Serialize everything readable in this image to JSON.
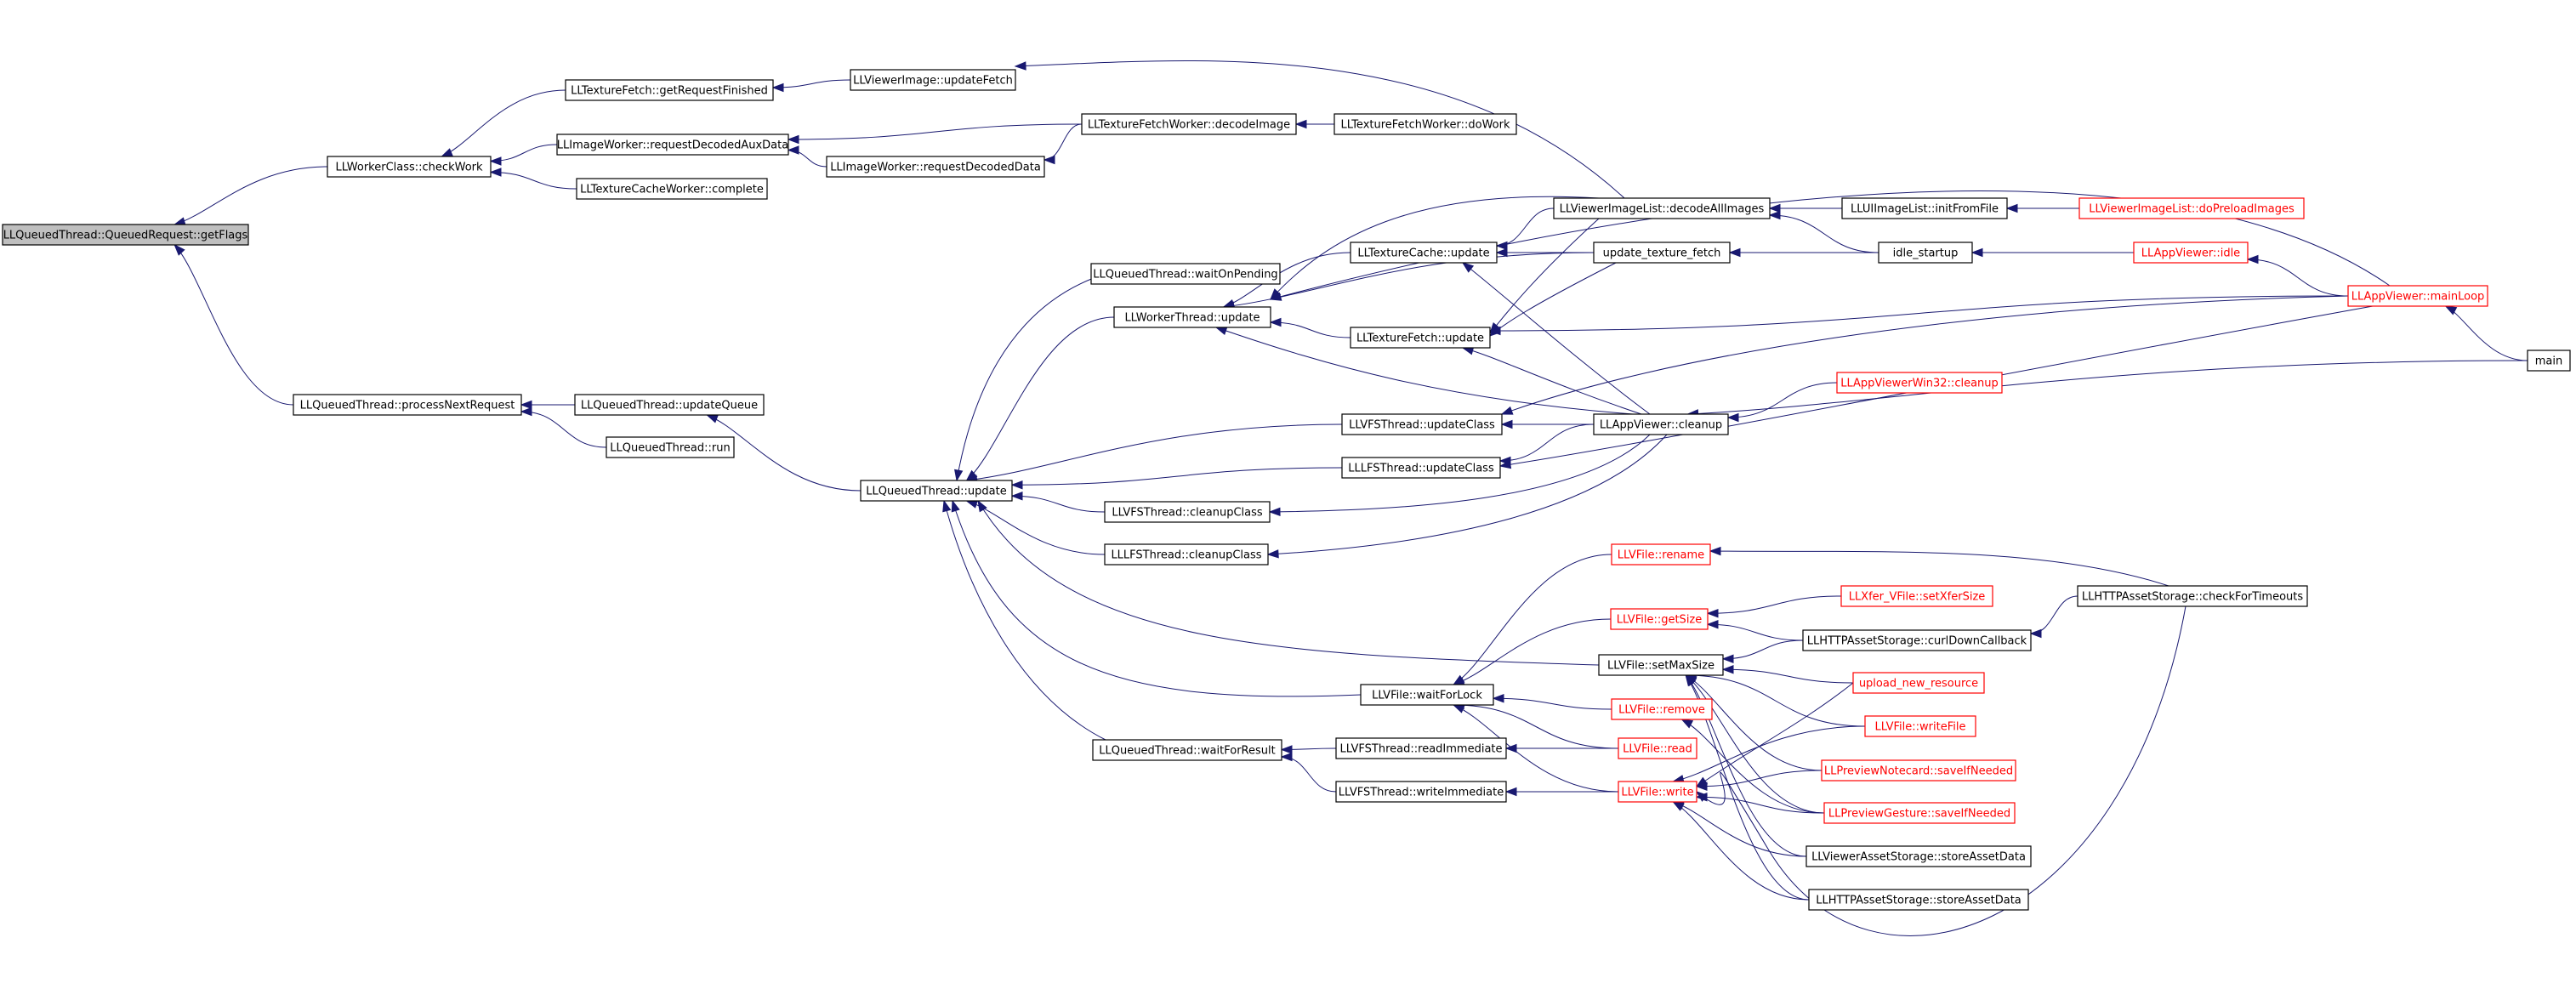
{
  "colors": {
    "edge": "#191970",
    "highlight_fill": "#bfbfbf",
    "external_border": "#ff0000",
    "text": "#000000",
    "external_text": "#ff0000"
  },
  "nodes": [
    {
      "id": "getFlags",
      "label": "LLQueuedThread::QueuedRequest::getFlags",
      "style": "root"
    },
    {
      "id": "checkWork",
      "label": "LLWorkerClass::checkWork",
      "style": "normal"
    },
    {
      "id": "processNextRequest",
      "label": "LLQueuedThread::processNextRequest",
      "style": "normal"
    },
    {
      "id": "getRequestFinished",
      "label": "LLTextureFetch::getRequestFinished",
      "style": "normal"
    },
    {
      "id": "requestDecodedAuxData",
      "label": "LLImageWorker::requestDecodedAuxData",
      "style": "normal"
    },
    {
      "id": "tcwComplete",
      "label": "LLTextureCacheWorker::complete",
      "style": "normal"
    },
    {
      "id": "updateQueue",
      "label": "LLQueuedThread::updateQueue",
      "style": "normal"
    },
    {
      "id": "qtRun",
      "label": "LLQueuedThread::run",
      "style": "normal"
    },
    {
      "id": "updateFetch",
      "label": "LLViewerImage::updateFetch",
      "style": "normal"
    },
    {
      "id": "requestDecodedData",
      "label": "LLImageWorker::requestDecodedData",
      "style": "normal"
    },
    {
      "id": "qtUpdate",
      "label": "LLQueuedThread::update",
      "style": "normal"
    },
    {
      "id": "decodeImage",
      "label": "LLTextureFetchWorker::decodeImage",
      "style": "normal"
    },
    {
      "id": "doWork",
      "label": "LLTextureFetchWorker::doWork",
      "style": "normal"
    },
    {
      "id": "waitOnPending",
      "label": "LLQueuedThread::waitOnPending",
      "style": "normal"
    },
    {
      "id": "wtUpdate",
      "label": "LLWorkerThread::update",
      "style": "normal"
    },
    {
      "id": "waitForResult",
      "label": "LLQueuedThread::waitForResult",
      "style": "normal"
    },
    {
      "id": "texCacheUpdate",
      "label": "LLTextureCache::update",
      "style": "normal"
    },
    {
      "id": "texFetchUpdate",
      "label": "LLTextureFetch::update",
      "style": "normal"
    },
    {
      "id": "vfsUpdateClass",
      "label": "LLVFSThread::updateClass",
      "style": "normal"
    },
    {
      "id": "lfsUpdateClass",
      "label": "LLLFSThread::updateClass",
      "style": "normal"
    },
    {
      "id": "vfsCleanupClass",
      "label": "LLVFSThread::cleanupClass",
      "style": "normal"
    },
    {
      "id": "lfsCleanupClass",
      "label": "LLLFSThread::cleanupClass",
      "style": "normal"
    },
    {
      "id": "waitForLock",
      "label": "LLVFile::waitForLock",
      "style": "normal"
    },
    {
      "id": "readImmediate",
      "label": "LLVFSThread::readImmediate",
      "style": "normal"
    },
    {
      "id": "writeImmediate",
      "label": "LLVFSThread::writeImmediate",
      "style": "normal"
    },
    {
      "id": "decodeAllImages",
      "label": "LLViewerImageList::decodeAllImages",
      "style": "normal"
    },
    {
      "id": "updateTextureFetch",
      "label": "update_texture_fetch",
      "style": "normal"
    },
    {
      "id": "appCleanup",
      "label": "LLAppViewer::cleanup",
      "style": "normal"
    },
    {
      "id": "setMaxSize",
      "label": "LLVFile::setMaxSize",
      "style": "normal"
    },
    {
      "id": "rename",
      "label": "LLVFile::rename",
      "style": "external"
    },
    {
      "id": "getSize",
      "label": "LLVFile::getSize",
      "style": "external"
    },
    {
      "id": "remove",
      "label": "LLVFile::remove",
      "style": "external"
    },
    {
      "id": "read",
      "label": "LLVFile::read",
      "style": "external"
    },
    {
      "id": "write",
      "label": "LLVFile::write",
      "style": "external"
    },
    {
      "id": "win32Cleanup",
      "label": "LLAppViewerWin32::cleanup",
      "style": "external"
    },
    {
      "id": "initFromFile",
      "label": "LLUIImageList::initFromFile",
      "style": "normal"
    },
    {
      "id": "idleStartup",
      "label": "idle_startup",
      "style": "normal"
    },
    {
      "id": "setXferSize",
      "label": "LLXfer_VFile::setXferSize",
      "style": "external"
    },
    {
      "id": "curlDownCallback",
      "label": "LLHTTPAssetStorage::curlDownCallback",
      "style": "normal"
    },
    {
      "id": "uploadNewResource",
      "label": "upload_new_resource",
      "style": "external"
    },
    {
      "id": "writeFile",
      "label": "LLVFile::writeFile",
      "style": "external"
    },
    {
      "id": "notecardSave",
      "label": "LLPreviewNotecard::saveIfNeeded",
      "style": "external"
    },
    {
      "id": "gestureSave",
      "label": "LLPreviewGesture::saveIfNeeded",
      "style": "external"
    },
    {
      "id": "viewerStoreAsset",
      "label": "LLViewerAssetStorage::storeAssetData",
      "style": "normal"
    },
    {
      "id": "httpStoreAsset",
      "label": "LLHTTPAssetStorage::storeAssetData",
      "style": "normal"
    },
    {
      "id": "doPreloadImages",
      "label": "LLViewerImageList::doPreloadImages",
      "style": "external"
    },
    {
      "id": "appIdle",
      "label": "LLAppViewer::idle",
      "style": "external"
    },
    {
      "id": "checkForTimeouts",
      "label": "LLHTTPAssetStorage::checkForTimeouts",
      "style": "normal"
    },
    {
      "id": "mainLoop",
      "label": "LLAppViewer::mainLoop",
      "style": "external"
    },
    {
      "id": "main",
      "label": "main",
      "style": "normal"
    }
  ],
  "edges": [
    [
      "checkWork",
      "getFlags"
    ],
    [
      "processNextRequest",
      "getFlags"
    ],
    [
      "getRequestFinished",
      "checkWork"
    ],
    [
      "requestDecodedAuxData",
      "checkWork"
    ],
    [
      "tcwComplete",
      "checkWork"
    ],
    [
      "updateQueue",
      "processNextRequest"
    ],
    [
      "qtRun",
      "processNextRequest"
    ],
    [
      "updateFetch",
      "getRequestFinished"
    ],
    [
      "decodeImage",
      "requestDecodedAuxData"
    ],
    [
      "requestDecodedData",
      "requestDecodedAuxData"
    ],
    [
      "decodeImage",
      "requestDecodedData"
    ],
    [
      "doWork",
      "decodeImage"
    ],
    [
      "decodeAllImages",
      "updateFetch"
    ],
    [
      "qtUpdate",
      "updateQueue"
    ],
    [
      "waitOnPending",
      "qtUpdate"
    ],
    [
      "wtUpdate",
      "qtUpdate"
    ],
    [
      "vfsUpdateClass",
      "qtUpdate"
    ],
    [
      "lfsUpdateClass",
      "qtUpdate"
    ],
    [
      "vfsCleanupClass",
      "qtUpdate"
    ],
    [
      "lfsCleanupClass",
      "qtUpdate"
    ],
    [
      "setMaxSize",
      "qtUpdate"
    ],
    [
      "waitForLock",
      "qtUpdate"
    ],
    [
      "waitForResult",
      "qtUpdate"
    ],
    [
      "texCacheUpdate",
      "wtUpdate"
    ],
    [
      "texFetchUpdate",
      "wtUpdate"
    ],
    [
      "decodeAllImages",
      "wtUpdate"
    ],
    [
      "updateTextureFetch",
      "wtUpdate"
    ],
    [
      "appCleanup",
      "wtUpdate"
    ],
    [
      "mainLoop",
      "wtUpdate"
    ],
    [
      "decodeAllImages",
      "texCacheUpdate"
    ],
    [
      "updateTextureFetch",
      "texCacheUpdate"
    ],
    [
      "appCleanup",
      "texCacheUpdate"
    ],
    [
      "decodeAllImages",
      "texFetchUpdate"
    ],
    [
      "updateTextureFetch",
      "texFetchUpdate"
    ],
    [
      "appCleanup",
      "texFetchUpdate"
    ],
    [
      "mainLoop",
      "texFetchUpdate"
    ],
    [
      "appCleanup",
      "vfsUpdateClass"
    ],
    [
      "mainLoop",
      "vfsUpdateClass"
    ],
    [
      "appCleanup",
      "lfsUpdateClass"
    ],
    [
      "mainLoop",
      "lfsUpdateClass"
    ],
    [
      "appCleanup",
      "vfsCleanupClass"
    ],
    [
      "appCleanup",
      "lfsCleanupClass"
    ],
    [
      "readImmediate",
      "waitForResult"
    ],
    [
      "writeImmediate",
      "waitForResult"
    ],
    [
      "rename",
      "waitForLock"
    ],
    [
      "getSize",
      "waitForLock"
    ],
    [
      "remove",
      "waitForLock"
    ],
    [
      "read",
      "waitForLock"
    ],
    [
      "write",
      "waitForLock"
    ],
    [
      "read",
      "readImmediate"
    ],
    [
      "write",
      "writeImmediate"
    ],
    [
      "initFromFile",
      "decodeAllImages"
    ],
    [
      "idleStartup",
      "decodeAllImages"
    ],
    [
      "idleStartup",
      "updateTextureFetch"
    ],
    [
      "win32Cleanup",
      "appCleanup"
    ],
    [
      "main",
      "appCleanup"
    ],
    [
      "doPreloadImages",
      "initFromFile"
    ],
    [
      "appIdle",
      "idleStartup"
    ],
    [
      "mainLoop",
      "appIdle"
    ],
    [
      "main",
      "mainLoop"
    ],
    [
      "checkForTimeouts",
      "rename"
    ],
    [
      "setXferSize",
      "getSize"
    ],
    [
      "curlDownCallback",
      "getSize"
    ],
    [
      "checkForTimeouts",
      "curlDownCallback"
    ],
    [
      "curlDownCallback",
      "setMaxSize"
    ],
    [
      "uploadNewResource",
      "setMaxSize"
    ],
    [
      "writeFile",
      "setMaxSize"
    ],
    [
      "notecardSave",
      "setMaxSize"
    ],
    [
      "gestureSave",
      "setMaxSize"
    ],
    [
      "viewerStoreAsset",
      "setMaxSize"
    ],
    [
      "httpStoreAsset",
      "setMaxSize"
    ],
    [
      "gestureSave",
      "remove"
    ],
    [
      "uploadNewResource",
      "write"
    ],
    [
      "writeFile",
      "write"
    ],
    [
      "notecardSave",
      "write"
    ],
    [
      "gestureSave",
      "write"
    ],
    [
      "viewerStoreAsset",
      "write"
    ],
    [
      "httpStoreAsset",
      "write"
    ],
    [
      "checkForTimeouts",
      "write"
    ]
  ]
}
